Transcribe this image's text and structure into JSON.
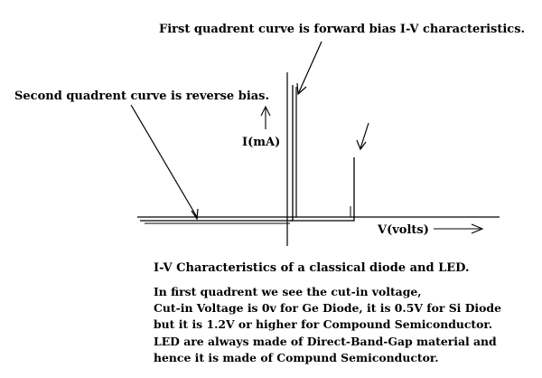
{
  "annotations": {
    "forward_bias": "First quadrent curve is forward bias I-V characteristics.",
    "reverse_bias": "Second quadrent curve is reverse bias."
  },
  "axes": {
    "y_label": "I(mA)",
    "x_label": "V(volts)"
  },
  "caption": "I-V Characteristics of a classical diode and LED.",
  "notes": [
    "In first quadrent we see the cut-in voltage,",
    "Cut-in Voltage is 0v for Ge Diode, it is 0.5V for Si Diode",
    "but it is 1.2V or higher for  Compound Semiconductor.",
    "LED are always made of Direct-Band-Gap  material and",
    "hence it is made of Compund Semiconductor."
  ]
}
